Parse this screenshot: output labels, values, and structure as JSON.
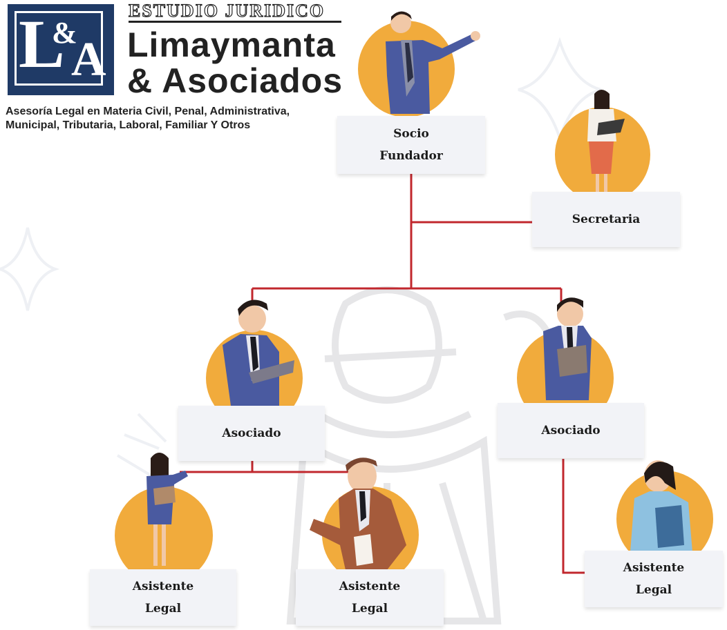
{
  "header": {
    "logo": {
      "letter_l": "L",
      "ampersand": "&",
      "letter_a": "A"
    },
    "firm_tag": "ESTUDIO JURIDICO",
    "firm_name_line1": "Limaymanta",
    "firm_name_line2": "& Asociados",
    "description_line1": "Asesoría Legal en Materia Civil, Penal, Administrativa,",
    "description_line2": "Municipal, Tributaria, Laboral, Familiar Y Otros"
  },
  "org_chart": {
    "colors": {
      "connector": "#c1272d",
      "circle": "#f1ab3c",
      "card": "#f2f3f7",
      "suit": "#4a5aa0"
    },
    "nodes": {
      "founder": {
        "line1": "Socio",
        "line2": "Fundador"
      },
      "secretary": {
        "line1": "Secretaria"
      },
      "associate_left": {
        "line1": "Asociado"
      },
      "associate_right": {
        "line1": "Asociado"
      },
      "assistant_1": {
        "line1": "Asistente",
        "line2": "Legal"
      },
      "assistant_2": {
        "line1": "Asistente",
        "line2": "Legal"
      },
      "assistant_3": {
        "line1": "Asistente",
        "line2": "Legal"
      }
    }
  }
}
